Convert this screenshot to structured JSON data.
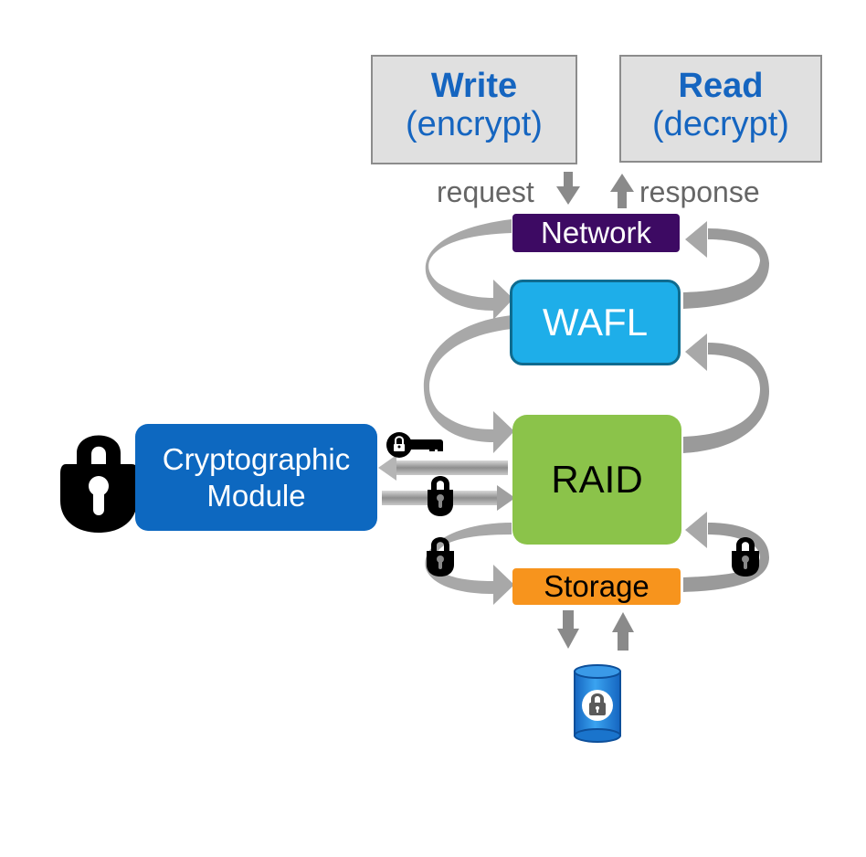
{
  "operations": {
    "write": {
      "title": "Write",
      "subtitle": "(encrypt)"
    },
    "read": {
      "title": "Read",
      "subtitle": "(decrypt)"
    }
  },
  "flow_labels": {
    "request": "request",
    "response": "response"
  },
  "layers": {
    "network": {
      "label": "Network",
      "color": "#3d0a63"
    },
    "wafl": {
      "label": "WAFL",
      "color": "#1eaee9"
    },
    "raid": {
      "label": "RAID",
      "color": "#8bc34a"
    },
    "storage": {
      "label": "Storage",
      "color": "#f7941d"
    }
  },
  "crypto_module": {
    "label_line1": "Cryptographic",
    "label_line2": "Module",
    "color": "#0d68c0"
  },
  "icons": {
    "crypto_lock": "padlock-icon",
    "key": "key-icon",
    "encrypted_data_lock": "padlock-icon",
    "storage_disk": "disk-cylinder-icon"
  },
  "colors": {
    "operation_text": "#1565c0",
    "arrow_gray": "#8a8a8a",
    "label_gray": "#666666"
  }
}
